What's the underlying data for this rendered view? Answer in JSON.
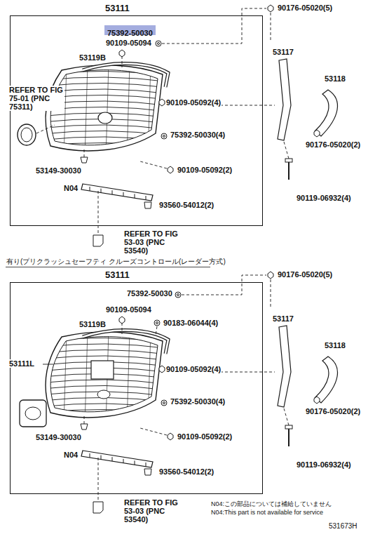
{
  "diagram": {
    "nodes": [
      {
        "text": [
          "53111"
        ]
      },
      {
        "text": [
          "75392-50030"
        ],
        "in": 0
      },
      {
        "text": [
          "53111"
        ]
      }
    ],
    "labels": [
      "90176-05020(5)",
      "90109-05094",
      "53119B",
      "REFER TO FIG 75-01 (PNC 75311)",
      "90109-05092(4)",
      "75392-50030(4)",
      "53117",
      "53118",
      "90176-05020(2)",
      "53149-30030",
      "90109-05092(2)",
      "N04",
      "93560-54012(2)",
      "90119-06932(4)",
      "REFER TO FIG 53-03 (PNC 53540)",
      "有り(プリクラッシュセーフティ クルーズコントロール(レーダー方式)",
      "90176-05020(5)",
      "75392-50030",
      "90109-05094",
      "53119B",
      "90183-06044(4)",
      "53111L",
      "90109-05092(4)",
      "75392-50030(4)",
      "53117",
      "53118",
      "90176-05020(2)",
      "53149-30030",
      "90109-05092(2)",
      "N04",
      "93560-54012(2)",
      "90119-06932(4)",
      "REFER TO FIG 53-03 (PNC 53540)",
      "N04:この部品については補給していません",
      "N04:This part is not available for service",
      "531673H"
    ]
  }
}
